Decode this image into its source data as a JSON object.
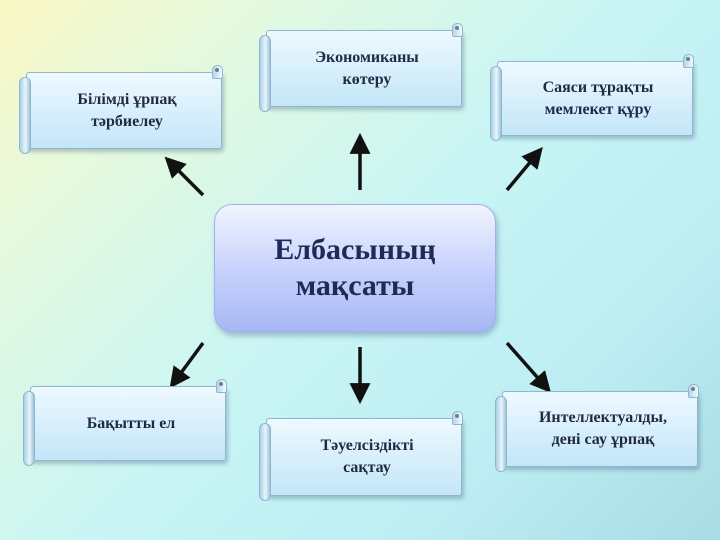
{
  "center": {
    "text": "Елбасының\nмақсаты"
  },
  "goals": [
    {
      "id": "educate",
      "text": "Білімді ұрпақ\nтәрбиелеу"
    },
    {
      "id": "economy",
      "text": "Экономиканы\nкөтеру"
    },
    {
      "id": "politics",
      "text": "Саяси тұрақты\nмемлекет құру"
    },
    {
      "id": "happy",
      "text": "Бақытты ел"
    },
    {
      "id": "independence",
      "text": "Тәуелсіздікті\nсақтау"
    },
    {
      "id": "intellect",
      "text": "Интеллектуалды,\nдені сау ұрпақ"
    }
  ],
  "colors": {
    "arrow": "#111111",
    "center_text": "#1f2a55",
    "box_text": "#1f2a44"
  }
}
